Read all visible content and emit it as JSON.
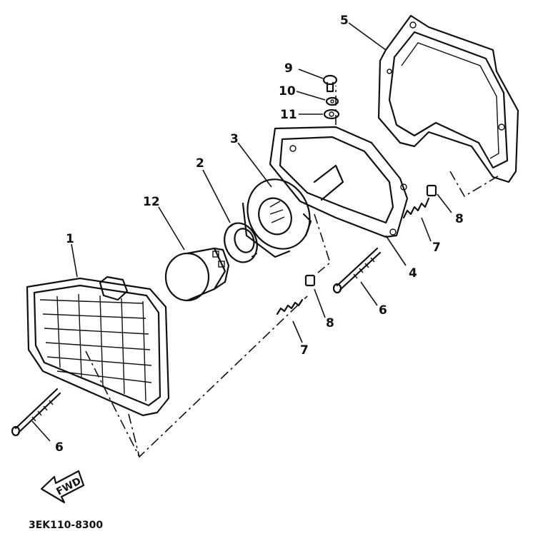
{
  "callouts": {
    "c1": "1",
    "c2": "2",
    "c3": "3",
    "c4": "4",
    "c5": "5",
    "c6a": "6",
    "c6b": "6",
    "c7a": "7",
    "c7b": "7",
    "c8a": "8",
    "c8b": "8",
    "c9": "9",
    "c10": "10",
    "c11": "11",
    "c12": "12"
  },
  "fwd_label": "FWD",
  "drawing_code": "3EK110-8300"
}
